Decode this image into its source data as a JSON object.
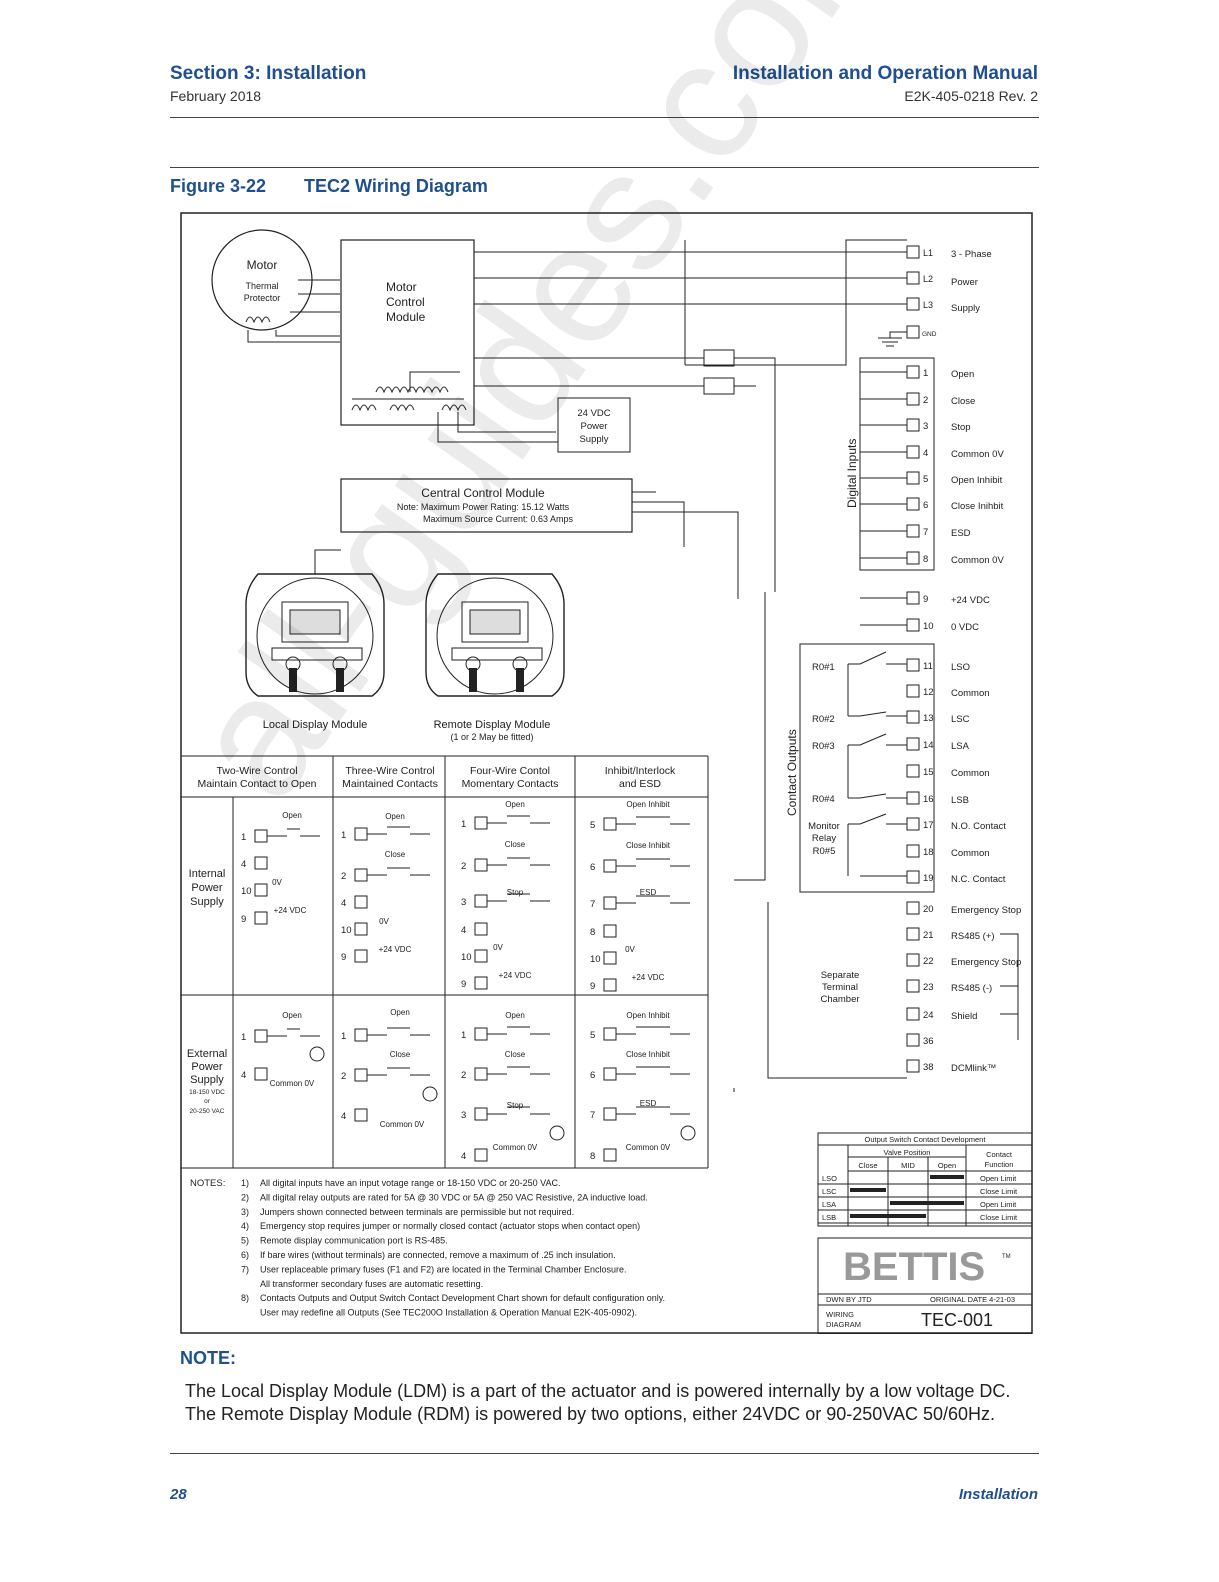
{
  "header": {
    "section": "Section 3: Installation",
    "date": "February 2018",
    "manual": "Installation and Operation Manual",
    "docnum": "E2K-405-0218 Rev. 2"
  },
  "figure": {
    "number": "Figure 3-22",
    "title": "TEC2 Wiring Diagram"
  },
  "diagram": {
    "motor": "Motor",
    "thermal": [
      "Thermal",
      "Protector"
    ],
    "mcm": [
      "Motor",
      "Control",
      "Module"
    ],
    "psu": [
      "24 VDC",
      "Power",
      "Supply"
    ],
    "ccm": "Central Control Module",
    "ccm_note1": "Note: Maximum Power Rating: 15.12 Watts",
    "ccm_note2": "Maximum Source Current: 0.63 Amps",
    "ldm": "Local Display Module",
    "rdm": "Remote Display Module",
    "rdm_note": "(1 or 2 May be fitted)",
    "power_terms": [
      "L1",
      "L2",
      "L3",
      "GND"
    ],
    "power_labels": [
      "3 - Phase",
      "Power",
      "Supply"
    ],
    "digital_inputs_label": "Digital Inputs",
    "contact_outputs_label": "Contact Outputs",
    "terminals": [
      {
        "n": "1",
        "label": "Open"
      },
      {
        "n": "2",
        "label": "Close"
      },
      {
        "n": "3",
        "label": "Stop"
      },
      {
        "n": "4",
        "label": "Common 0V"
      },
      {
        "n": "5",
        "label": "Open Inhibit"
      },
      {
        "n": "6",
        "label": "Close Inihbit"
      },
      {
        "n": "7",
        "label": "ESD"
      },
      {
        "n": "8",
        "label": "Common 0V"
      },
      {
        "n": "9",
        "label": "+24 VDC"
      },
      {
        "n": "10",
        "label": "0 VDC"
      },
      {
        "n": "11",
        "label": "LSO"
      },
      {
        "n": "12",
        "label": "Common"
      },
      {
        "n": "13",
        "label": "LSC"
      },
      {
        "n": "14",
        "label": "LSA"
      },
      {
        "n": "15",
        "label": "Common"
      },
      {
        "n": "16",
        "label": "LSB"
      },
      {
        "n": "17",
        "label": "N.O. Contact"
      },
      {
        "n": "18",
        "label": "Common"
      },
      {
        "n": "19",
        "label": "N.C. Contact"
      },
      {
        "n": "20",
        "label": "Emergency Stop"
      },
      {
        "n": "21",
        "label": "RS485 (+)"
      },
      {
        "n": "22",
        "label": "Emergency Stop"
      },
      {
        "n": "23",
        "label": "RS485 (-)"
      },
      {
        "n": "24",
        "label": "Shield"
      },
      {
        "n": "36",
        "label": ""
      },
      {
        "n": "38",
        "label": "DCMlink™"
      }
    ],
    "relays": [
      "R0#1",
      "R0#2",
      "R0#3",
      "R0#4"
    ],
    "monitor_relay": [
      "Monitor",
      "Relay",
      "R0#5"
    ],
    "separate": [
      "Separate",
      "Terminal",
      "Chamber"
    ],
    "table_headers": [
      [
        "Two-Wire Control",
        "Maintain Contact to Open"
      ],
      [
        "Three-Wire Control",
        "Maintained Contacts"
      ],
      [
        "Four-Wire Contol",
        "Momentary Contacts"
      ],
      [
        "Inhibit/Interlock",
        "and ESD"
      ]
    ],
    "internal_supply": [
      "Internal",
      "Power",
      "Supply"
    ],
    "external_supply": [
      "External",
      "Power",
      "Supply",
      "18-150 VDC",
      "or",
      "20-250 VAC"
    ],
    "wiring_labels": {
      "open": "Open",
      "close": "Close",
      "stop": "Stop",
      "zero_v": "0V",
      "plus24": "+24 VDC",
      "open_inhibit": "Open Inhibit",
      "close_inhibit": "Close Inhibit",
      "esd": "ESD",
      "common0v": "Common 0V"
    },
    "notes_label": "NOTES:",
    "notes": [
      [
        "1)",
        "All digital inputs have an input votage range or 18-150 VDC or 20-250 VAC."
      ],
      [
        "2)",
        "All digital relay outputs are rated for 5A @ 30 VDC or 5A @ 250 VAC Resistive, 2A inductive load."
      ],
      [
        "3)",
        "Jumpers shown connected between terminals are permissible but not required."
      ],
      [
        "4)",
        "Emergency stop requires jumper or normally closed contact (actuator stops when contact open)"
      ],
      [
        "5)",
        "Remote display communication port is RS-485."
      ],
      [
        "6)",
        "If bare wires (without terminals) are connected, remove a maximum of .25 inch insulation."
      ],
      [
        "7)",
        "User replaceable primary fuses (F1 and F2) are located in the Terminal Chamber Enclosure."
      ],
      [
        "",
        "All transformer secondary fuses are automatic resetting."
      ],
      [
        "8)",
        "Contacts Outputs and Output Switch Contact Development Chart shown for default configuration only."
      ],
      [
        "",
        "User may redefine all Outputs (See TEC200O Installation & Operation Manual E2K-405-0902)."
      ]
    ],
    "oscd": {
      "title": "Output Switch Contact Development",
      "valve_position": "Valve Position",
      "cols": [
        "Close",
        "MID",
        "Open"
      ],
      "contact_function": [
        "Contact",
        "Function"
      ],
      "rows": [
        {
          "name": "LSO",
          "func": "Open Limit"
        },
        {
          "name": "LSC",
          "func": "Close Limit"
        },
        {
          "name": "LSA",
          "func": "Open Limit"
        },
        {
          "name": "LSB",
          "func": "Close Limit"
        }
      ]
    },
    "logo": "BETTIS",
    "tm": "TM",
    "dwn": "DWN BY JTD",
    "original": "ORIGINAL   DATE 4-21-03",
    "wiring": [
      "WIRING",
      "DIAGRAM"
    ],
    "drawing": "TEC-001"
  },
  "note": {
    "heading": "NOTE:",
    "line1": "The Local Display Module (LDM) is a part of the actuator and is powered internally by a low voltage DC.",
    "line2": "The Remote Display Module (RDM) is powered by two options, either 24VDC or 90-250VAC 50/60Hz."
  },
  "footer": {
    "page": "28",
    "section": "Installation"
  },
  "watermark": "all-guides.com"
}
